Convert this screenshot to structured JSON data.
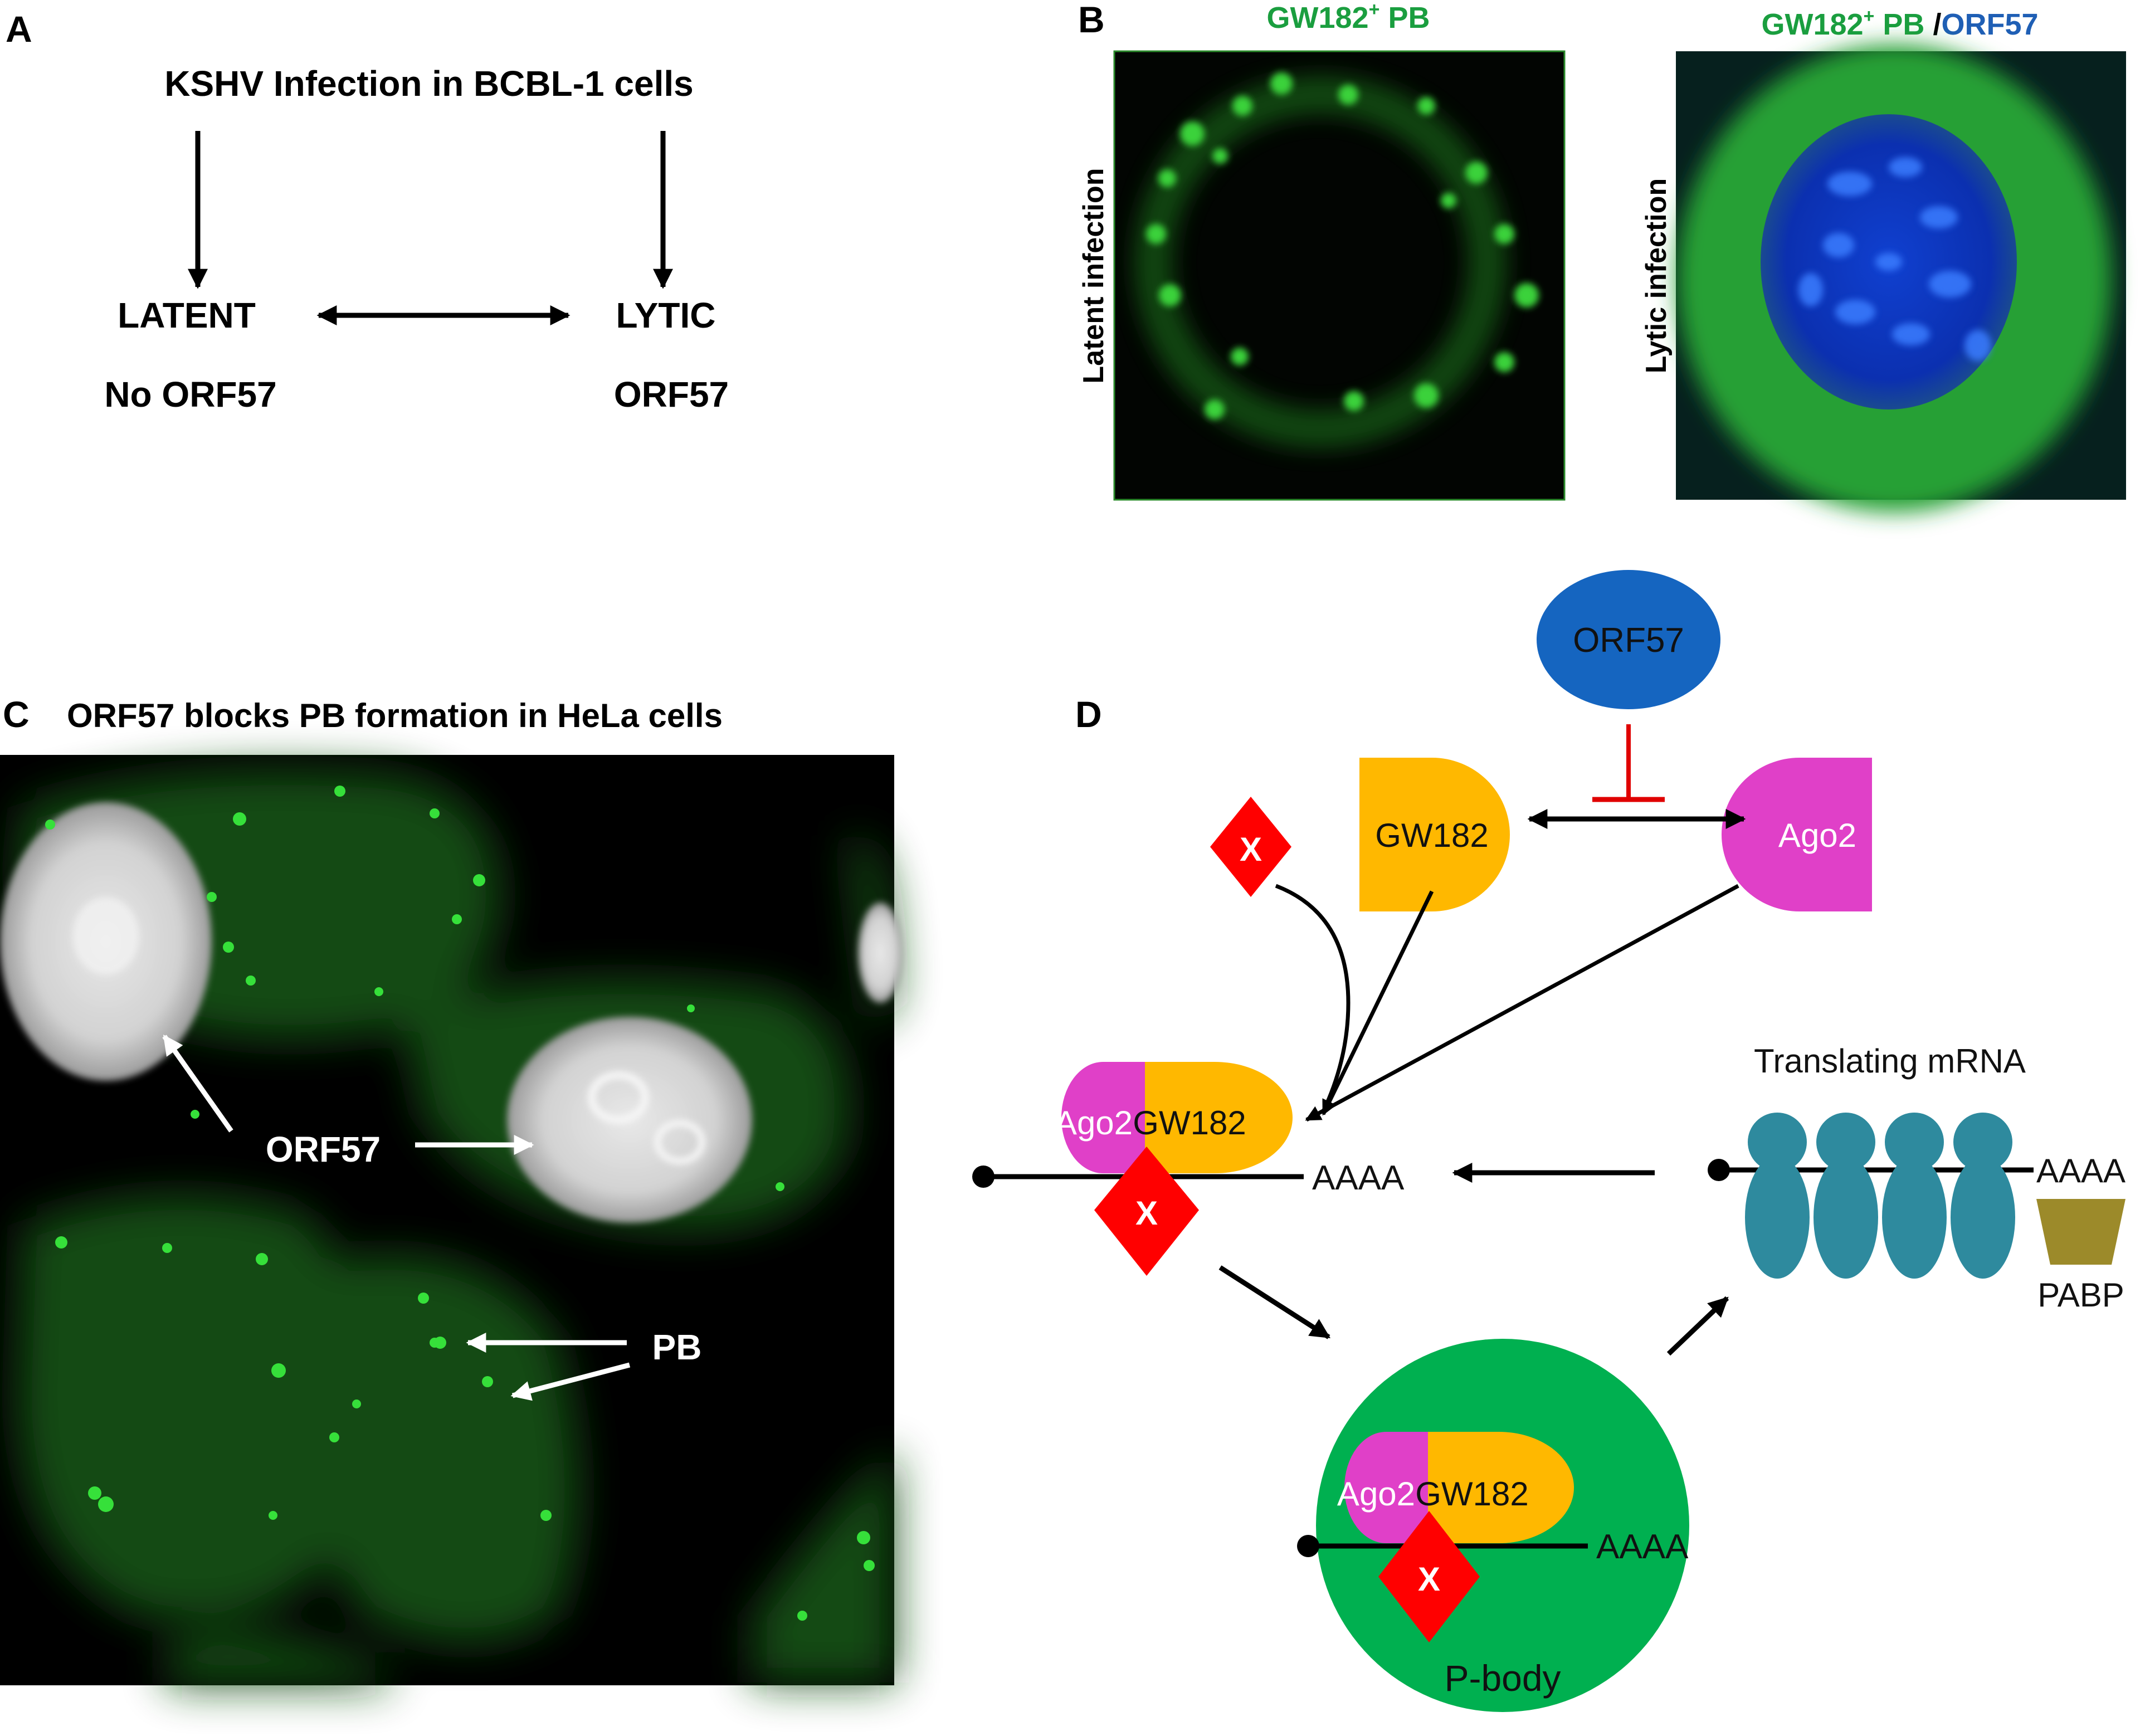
{
  "panel_a": {
    "letter": "A",
    "title": "KSHV Infection in BCBL-1 cells",
    "latent": "LATENT",
    "lytic": "LYTIC",
    "latent_sub": "No ORF57",
    "lytic_sub": "ORF57"
  },
  "panel_b": {
    "letter": "B",
    "left_title": "GW182",
    "left_title_sup": "+",
    "left_title_rest": " PB",
    "right_title_a": "GW182",
    "right_title_sup": "+",
    "right_title_b": " PB ",
    "right_title_sep": "/",
    "right_title_c": "ORF57",
    "left_side_label": "Latent infection",
    "right_side_label": "Lytic infection"
  },
  "panel_c": {
    "letter": "C",
    "title": "ORF57 blocks PB formation in HeLa cells",
    "orf57_label": "ORF57",
    "pb_label": "PB"
  },
  "panel_d": {
    "letter": "D",
    "orf57": "ORF57",
    "gw182": "GW182",
    "ago2": "Ago2",
    "x": "X",
    "translating": "Translating mRNA",
    "polya": "AAAA",
    "pabp": "PABP",
    "pbody": "P-body"
  },
  "colors": {
    "green_text": "#1a9e3f",
    "blue_text": "#1f5fb5",
    "gw182": "#ffb800",
    "ago2": "#e040c8",
    "orf57": "#1565c0",
    "x_diamond": "#ff0000",
    "inhibit": "#e00000",
    "ribosome": "#2e8a9e",
    "pabp": "#9c8a2a",
    "pbody": "#00b050"
  }
}
